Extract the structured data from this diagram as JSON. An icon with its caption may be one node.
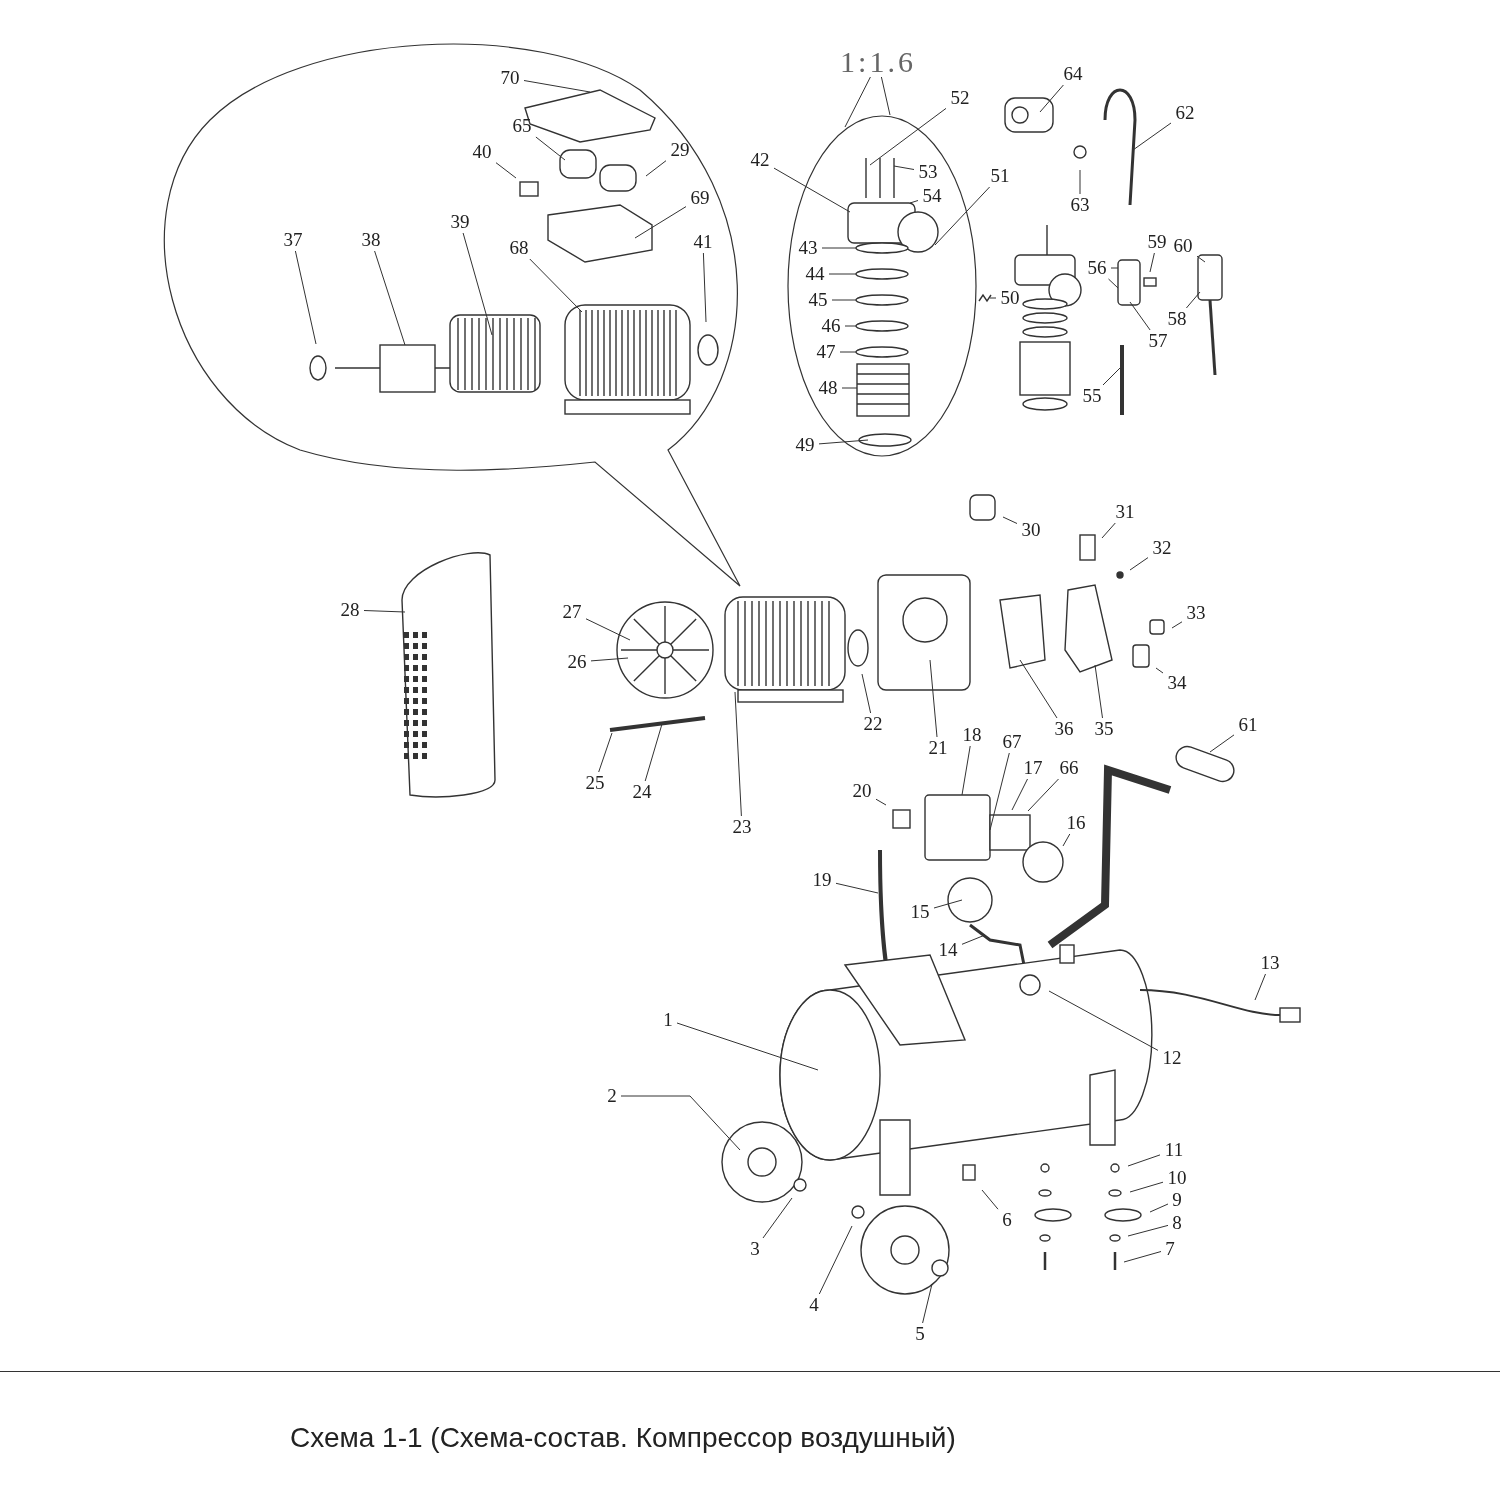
{
  "diagram": {
    "caption": "Схема 1-1 (Схема-состав. Компрессор воздушный)",
    "nodes": [
      {
        "text": [],
        "shape": "bubble"
      },
      {
        "text": [
          "70"
        ],
        "in": 0
      },
      {
        "text": [
          "65"
        ],
        "in": 0
      },
      {
        "text": [
          "40"
        ],
        "in": 0
      },
      {
        "text": [
          "29"
        ],
        "in": 0
      },
      {
        "text": [
          "69"
        ],
        "in": 0
      },
      {
        "text": [
          "37"
        ],
        "in": 0
      },
      {
        "text": [
          "38"
        ],
        "in": 0
      },
      {
        "text": [
          "39"
        ],
        "in": 0
      },
      {
        "text": [
          "68"
        ],
        "in": 0
      },
      {
        "text": [
          "41"
        ],
        "in": 0
      },
      {
        "text": [
          "1:1.6"
        ]
      },
      {
        "text": [],
        "shape": "ellipse"
      },
      {
        "text": [
          "52"
        ]
      },
      {
        "text": [
          "42"
        ]
      },
      {
        "text": [
          "53"
        ],
        "in": 12
      },
      {
        "text": [
          "51"
        ]
      },
      {
        "text": [
          "54"
        ],
        "in": 12
      },
      {
        "text": [
          "43"
        ],
        "in": 12
      },
      {
        "text": [
          "44"
        ],
        "in": 12
      },
      {
        "text": [
          "45"
        ],
        "in": 12
      },
      {
        "text": [
          "46"
        ],
        "in": 12
      },
      {
        "text": [
          "47"
        ],
        "in": 12
      },
      {
        "text": [
          "48"
        ],
        "in": 12
      },
      {
        "text": [
          "49"
        ],
        "in": 12
      },
      {
        "text": [
          "50"
        ]
      },
      {
        "text": [
          "64"
        ]
      },
      {
        "text": [
          "62"
        ]
      },
      {
        "text": [
          "63"
        ]
      },
      {
        "text": [
          "56"
        ]
      },
      {
        "text": [
          "59"
        ]
      },
      {
        "text": [
          "60"
        ]
      },
      {
        "text": [
          "57"
        ]
      },
      {
        "text": [
          "58"
        ]
      },
      {
        "text": [
          "55"
        ]
      },
      {
        "text": [
          "30"
        ]
      },
      {
        "text": [
          "31"
        ]
      },
      {
        "text": [
          "32"
        ]
      },
      {
        "text": [
          "33"
        ]
      },
      {
        "text": [
          "34"
        ]
      },
      {
        "text": [
          "35"
        ]
      },
      {
        "text": [
          "36"
        ]
      },
      {
        "text": [
          "28"
        ]
      },
      {
        "text": [
          "27"
        ]
      },
      {
        "text": [
          "26"
        ]
      },
      {
        "text": [
          "22"
        ]
      },
      {
        "text": [
          "21"
        ]
      },
      {
        "text": [
          "25"
        ]
      },
      {
        "text": [
          "24"
        ]
      },
      {
        "text": [
          "23"
        ]
      },
      {
        "text": [
          "18"
        ]
      },
      {
        "text": [
          "67"
        ]
      },
      {
        "text": [
          "17"
        ]
      },
      {
        "text": [
          "66"
        ]
      },
      {
        "text": [
          "16"
        ]
      },
      {
        "text": [
          "20"
        ]
      },
      {
        "text": [
          "19"
        ]
      },
      {
        "text": [
          "15"
        ]
      },
      {
        "text": [
          "14"
        ]
      },
      {
        "text": [
          "61"
        ]
      },
      {
        "text": [
          "13"
        ]
      },
      {
        "text": [
          "12"
        ]
      },
      {
        "text": [
          "1"
        ]
      },
      {
        "text": [
          "2"
        ]
      },
      {
        "text": [
          "3"
        ]
      },
      {
        "text": [
          "4"
        ]
      },
      {
        "text": [
          "5"
        ]
      },
      {
        "text": [
          "6"
        ]
      },
      {
        "text": [
          "11"
        ]
      },
      {
        "text": [
          "10"
        ]
      },
      {
        "text": [
          "9"
        ]
      },
      {
        "text": [
          "8"
        ]
      },
      {
        "text": [
          "7"
        ]
      }
    ],
    "edges": [
      {
        "from": 1,
        "to": null,
        "arrow": "none"
      },
      {
        "from": 2,
        "to": null,
        "arrow": "none"
      },
      {
        "from": 3,
        "to": null,
        "arrow": "none"
      },
      {
        "from": 4,
        "to": null,
        "arrow": "none"
      },
      {
        "from": 5,
        "to": null,
        "arrow": "none"
      },
      {
        "from": 6,
        "to": null,
        "arrow": "none"
      },
      {
        "from": 7,
        "to": null,
        "arrow": "none"
      },
      {
        "from": 8,
        "to": null,
        "arrow": "none"
      },
      {
        "from": 9,
        "to": null,
        "arrow": "none"
      },
      {
        "from": 10,
        "to": null,
        "arrow": "none"
      },
      {
        "from": 11,
        "to": 12,
        "arrow": "none"
      },
      {
        "from": 11,
        "to": 12,
        "arrow": "none"
      },
      {
        "from": 13,
        "to": null,
        "arrow": "none"
      },
      {
        "from": 14,
        "to": null,
        "arrow": "none"
      },
      {
        "from": 15,
        "to": null,
        "arrow": "none"
      },
      {
        "from": 16,
        "to": null,
        "arrow": "none"
      },
      {
        "from": 17,
        "to": null,
        "arrow": "none"
      },
      {
        "from": 18,
        "to": null,
        "arrow": "none"
      },
      {
        "from": 19,
        "to": null,
        "arrow": "none"
      },
      {
        "from": 20,
        "to": null,
        "arrow": "none"
      },
      {
        "from": 21,
        "to": null,
        "arrow": "none"
      },
      {
        "from": 22,
        "to": null,
        "arrow": "none"
      },
      {
        "from": 23,
        "to": null,
        "arrow": "none"
      },
      {
        "from": 24,
        "to": null,
        "arrow": "none"
      },
      {
        "from": 25,
        "to": null,
        "arrow": "none"
      },
      {
        "from": 26,
        "to": null,
        "arrow": "none"
      },
      {
        "from": 27,
        "to": null,
        "arrow": "none"
      },
      {
        "from": 28,
        "to": null,
        "arrow": "none"
      },
      {
        "from": 29,
        "to": null,
        "arrow": "none"
      },
      {
        "from": 29,
        "to": null,
        "arrow": "none"
      },
      {
        "from": 30,
        "to": null,
        "arrow": "none"
      },
      {
        "from": 31,
        "to": null,
        "arrow": "none"
      },
      {
        "from": 32,
        "to": null,
        "arrow": "none"
      },
      {
        "from": 33,
        "to": null,
        "arrow": "none"
      },
      {
        "from": 34,
        "to": null,
        "arrow": "none"
      },
      {
        "from": 35,
        "to": null,
        "arrow": "none"
      },
      {
        "from": 36,
        "to": null,
        "arrow": "none"
      },
      {
        "from": 37,
        "to": null,
        "arrow": "none"
      },
      {
        "from": 38,
        "to": null,
        "arrow": "none"
      },
      {
        "from": 39,
        "to": null,
        "arrow": "none"
      },
      {
        "from": 40,
        "to": null,
        "arrow": "none"
      },
      {
        "from": 41,
        "to": null,
        "arrow": "none"
      },
      {
        "from": 42,
        "to": null,
        "arrow": "none"
      },
      {
        "from": 43,
        "to": null,
        "arrow": "none"
      },
      {
        "from": 44,
        "to": null,
        "arrow": "none"
      },
      {
        "from": 45,
        "to": null,
        "arrow": "none"
      },
      {
        "from": 46,
        "to": null,
        "arrow": "none"
      },
      {
        "from": 47,
        "to": null,
        "arrow": "none"
      },
      {
        "from": 48,
        "to": null,
        "arrow": "none"
      },
      {
        "from": 49,
        "to": null,
        "arrow": "none"
      },
      {
        "from": 50,
        "to": null,
        "arrow": "none"
      },
      {
        "from": 51,
        "to": null,
        "arrow": "none"
      },
      {
        "from": 52,
        "to": null,
        "arrow": "none"
      },
      {
        "from": 53,
        "to": null,
        "arrow": "none"
      },
      {
        "from": 54,
        "to": null,
        "arrow": "none"
      },
      {
        "from": 55,
        "to": null,
        "arrow": "none"
      },
      {
        "from": 56,
        "to": null,
        "arrow": "none"
      },
      {
        "from": 57,
        "to": null,
        "arrow": "none"
      },
      {
        "from": 58,
        "to": null,
        "arrow": "none"
      },
      {
        "from": 59,
        "to": null,
        "arrow": "none"
      },
      {
        "from": 60,
        "to": null,
        "arrow": "none"
      },
      {
        "from": 61,
        "to": null,
        "arrow": "none"
      },
      {
        "from": 62,
        "to": null,
        "arrow": "none"
      },
      {
        "from": 63,
        "to": null,
        "arrow": "none"
      },
      {
        "from": 64,
        "to": null,
        "arrow": "none"
      },
      {
        "from": 65,
        "to": null,
        "arrow": "none"
      },
      {
        "from": 66,
        "to": null,
        "arrow": "none"
      },
      {
        "from": 67,
        "to": null,
        "arrow": "none"
      },
      {
        "from": 68,
        "to": null,
        "arrow": "none"
      },
      {
        "from": 69,
        "to": null,
        "arrow": "none"
      },
      {
        "from": 70,
        "to": null,
        "arrow": "none"
      },
      {
        "from": 71,
        "to": null,
        "arrow": "none"
      },
      {
        "from": 72,
        "to": null,
        "arrow": "none"
      }
    ]
  }
}
